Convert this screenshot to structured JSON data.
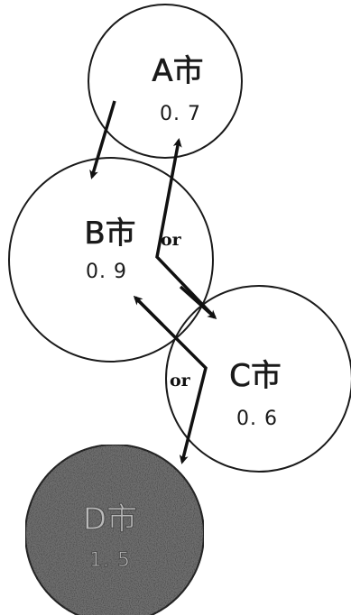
{
  "cities": [
    {
      "id": "a",
      "name": "A市",
      "value": "0. 7"
    },
    {
      "id": "b",
      "name": "B市",
      "value": "0. 9"
    },
    {
      "id": "c",
      "name": "C市",
      "value": "0. 6"
    },
    {
      "id": "d",
      "name": "D市",
      "value": "1. 5"
    }
  ],
  "connectors": [
    {
      "id": "or-bc",
      "label": "or"
    },
    {
      "id": "or-cd",
      "label": "or"
    }
  ],
  "colors": {
    "outline": "#1a1a1a",
    "arrow": "#111111",
    "dark_circle": "#6f6f6f",
    "background": "#ffffff"
  }
}
